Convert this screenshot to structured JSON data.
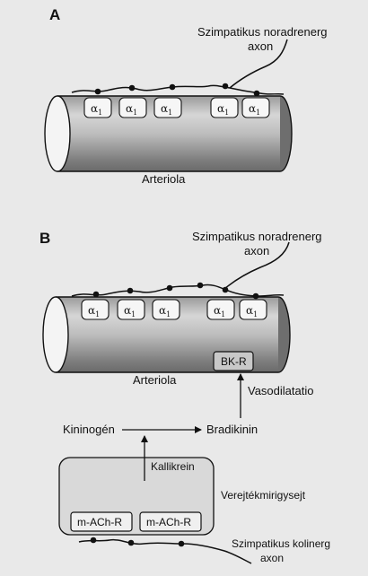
{
  "panel_a": {
    "letter": "A",
    "axon_label_line1": "Szimpatikus noradrenerg",
    "axon_label_line2": "axon",
    "vessel_label": "Arteriola",
    "receptor_symbol": "α",
    "receptor_subscript": "1",
    "receptor_count": 5
  },
  "panel_b": {
    "letter": "B",
    "axon_label_line1": "Szimpatikus noradrenerg",
    "axon_label_line2": "axon",
    "vessel_label": "Arteriola",
    "receptor_symbol": "α",
    "receptor_subscript": "1",
    "receptor_count": 5,
    "bk_receptor": "BK-R",
    "vasodilation": "Vasodilatatio",
    "kininogen": "Kininogén",
    "bradykinin": "Bradikinin",
    "kallikrein": "Kallikrein",
    "gland_cell": "Verejtékmirigysejt",
    "mach_receptor_1": "m-ACh-R",
    "mach_receptor_2": "m-ACh-R",
    "cholinergic_line1": "Szimpatikus kolinerg",
    "cholinergic_line2": "axon"
  },
  "colors": {
    "background": "#e9e9e9",
    "line": "#111111",
    "vessel_dark": "#8a8a8a",
    "vessel_light": "#f2f2f2",
    "gland_fill": "#d9d9d9"
  }
}
